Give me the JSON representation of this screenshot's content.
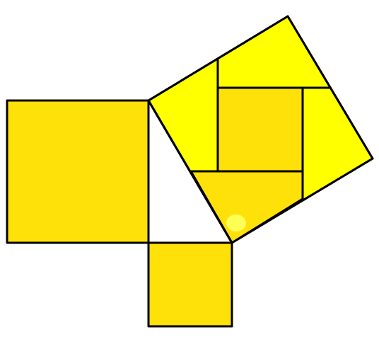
{
  "diagram": {
    "type": "pythagorean-dissection",
    "triangle_fill": "#ffffff",
    "square_leg_large_fill": "#FFE10A",
    "square_leg_small_fill": "#FFE10A",
    "hypotenuse_square_fill": "#FFFF00",
    "outer_triangle_pieces_fill": "#FFFF00",
    "inner_square_fill": "#FFE10A",
    "bottom_triangle_fill": "#FFE10A",
    "highlight_dot_fill": "#FFFF55",
    "stroke_color": "#000000",
    "pieces": [
      "big-leg-square",
      "small-leg-square",
      "hypotenuse-triangle-top-left",
      "hypotenuse-triangle-top-right",
      "hypotenuse-triangle-right",
      "hypotenuse-triangle-bottom",
      "hypotenuse-inner-square"
    ]
  }
}
